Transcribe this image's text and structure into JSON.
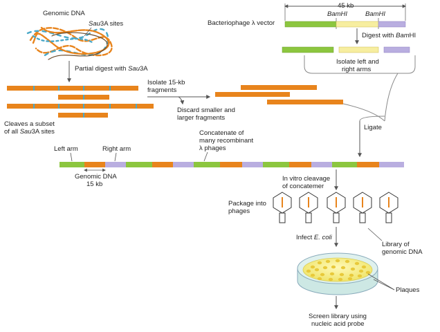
{
  "labels": {
    "genomic_dna": "Genomic DNA",
    "sau3a_sites_italic": "Sau",
    "sau3a_sites_rest": "3A sites",
    "partial_digest_pre": "Partial digest with ",
    "partial_digest_italic": "Sau",
    "partial_digest_post": "3A",
    "cleaves_line1": "Cleaves a subset",
    "cleaves_line2_pre": "of all ",
    "cleaves_line2_italic": "Sau",
    "cleaves_line2_post": "3A sites",
    "isolate_15kb_line1": "Isolate 15-kb",
    "isolate_15kb_line2": "fragments",
    "discard_line1": "Discard smaller and",
    "discard_line2": "larger fragments",
    "size_45kb": "45 kb",
    "bamhi_1": "BamHI",
    "bamhi_2": "BamHI",
    "lambda_vector": "Bacteriophage λ vector",
    "digest_bamhi_pre": "Digest with ",
    "digest_bamhi_italic": "Bam",
    "digest_bamhi_post": "HI",
    "isolate_arms_line1": "Isolate left and",
    "isolate_arms_line2": "right arms",
    "ligate": "Ligate",
    "concatenate_line1": "Concatenate of",
    "concatenate_line2": "many recombinant",
    "concatenate_line3": "λ phages",
    "left_arm": "Left arm",
    "right_arm": "Right arm",
    "genomic_dna_15kb_line1": "Genomic DNA",
    "genomic_dna_15kb_line2": "15 kb",
    "in_vitro_line1": "In vitro cleavage",
    "in_vitro_line2": "of concatemer",
    "package_line1": "Package into",
    "package_line2": "phages",
    "infect_pre": "Infect ",
    "infect_italic": "E. coli",
    "library_line1": "Library of",
    "library_line2": "genomic DNA",
    "plaques": "Plaques",
    "screen_line1": "Screen library using",
    "screen_line2": "nucleic acid probe"
  },
  "colors": {
    "genomic_orange": "#e8841c",
    "genomic_blue": "#4aa8c8",
    "left_arm_green": "#8cc63f",
    "right_arm_lavender": "#b9aee0",
    "stuffer_yellow": "#f7eea0",
    "arrow_gray": "#666666",
    "dish_yellow": "#f5ef7a",
    "plaque": "#e8c93a",
    "dish_teal": "#cde8e4"
  }
}
